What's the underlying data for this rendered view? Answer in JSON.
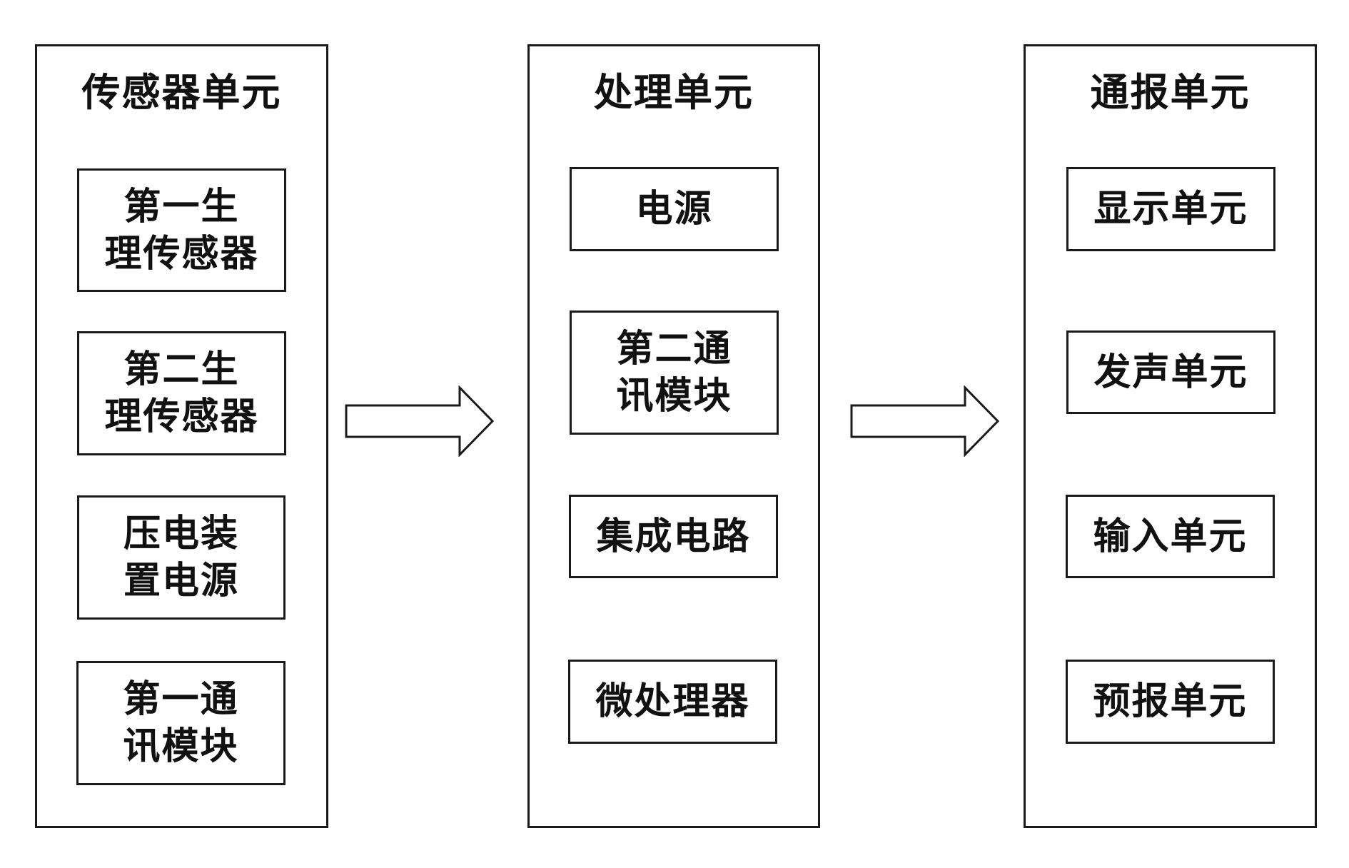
{
  "columns": [
    {
      "title": "传感器单元",
      "modules": [
        "第一生\n理传感器",
        "第二生\n理传感器",
        "压电装\n置电源",
        "第一通\n讯模块"
      ]
    },
    {
      "title": "处理单元",
      "modules": [
        "电源",
        "第二通\n讯模块",
        "集成电路",
        "微处理器"
      ]
    },
    {
      "title": "通报单元",
      "modules": [
        "显示单元",
        "发声单元",
        "输入单元",
        "预报单元"
      ]
    }
  ]
}
